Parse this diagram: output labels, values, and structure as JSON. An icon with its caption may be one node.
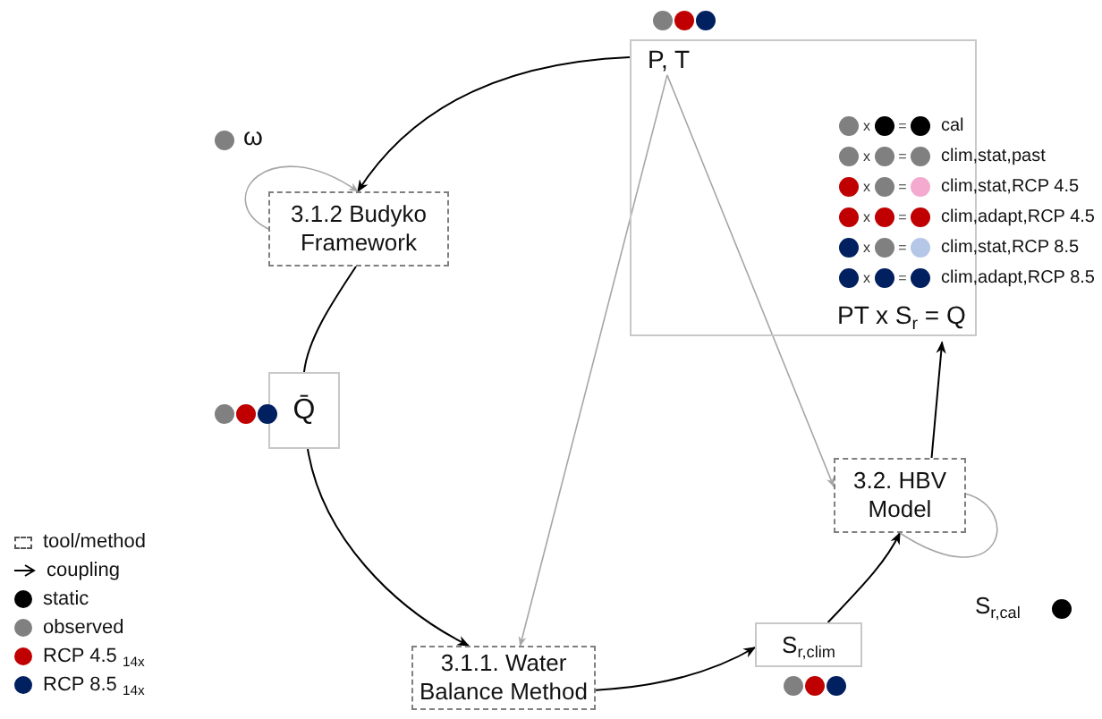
{
  "diagram": {
    "nodes": [
      {
        "text": [
          "P, T",
          "PT x S$_{r}$ = Q"
        ]
      },
      {
        "text": [
          "3.1.2 Budyko Framework"
        ]
      },
      {
        "text": [
          "Q̄"
        ]
      },
      {
        "text": [
          "3.1.1. Water Balance Method"
        ]
      },
      {
        "text": [
          "S$_{r,clim}$"
        ]
      },
      {
        "text": [
          "3.2. HBV Model"
        ]
      }
    ],
    "edges": [
      {
        "from": 0,
        "to": 1,
        "arrow": "to"
      },
      {
        "from": 1,
        "to": 2,
        "arrow": "none"
      },
      {
        "from": 2,
        "to": 3,
        "arrow": "to"
      },
      {
        "from": 0,
        "to": 3,
        "arrow": "to",
        "color": "#a6a6a6"
      },
      {
        "from": 0,
        "to": 5,
        "arrow": "to",
        "color": "#a6a6a6"
      },
      {
        "from": 3,
        "to": 4,
        "arrow": "to"
      },
      {
        "from": 4,
        "to": 5,
        "arrow": "to"
      },
      {
        "from": 5,
        "to": 0,
        "arrow": "to"
      },
      {
        "from": 1,
        "to": 1,
        "arrow": "to",
        "color": "#a6a6a6"
      },
      {
        "from": 5,
        "to": 5,
        "arrow": "none",
        "color": "#a6a6a6"
      }
    ],
    "labels": [
      "x",
      "=",
      "cal",
      "x",
      "=",
      "clim,stat,past",
      "x",
      "=",
      "clim,stat,RCP 4.5",
      "x",
      "=",
      "clim,adapt,RCP 4.5",
      "x",
      "=",
      "clim,stat,RCP 8.5",
      "x",
      "=",
      "clim,adapt,RCP 8.5",
      "ω",
      "S$_{r,cal}$"
    ],
    "legend": [
      {
        "text": "tool/method"
      },
      {
        "text": "coupling"
      },
      {
        "text": "static",
        "color": "#000000"
      },
      {
        "text": "observed",
        "color": "#808080"
      },
      {
        "text": "RCP 4.5 $_{14x}$",
        "color": "#c00000"
      },
      {
        "text": "RCP 8.5 $_{14x}$",
        "color": "#002060"
      }
    ]
  }
}
